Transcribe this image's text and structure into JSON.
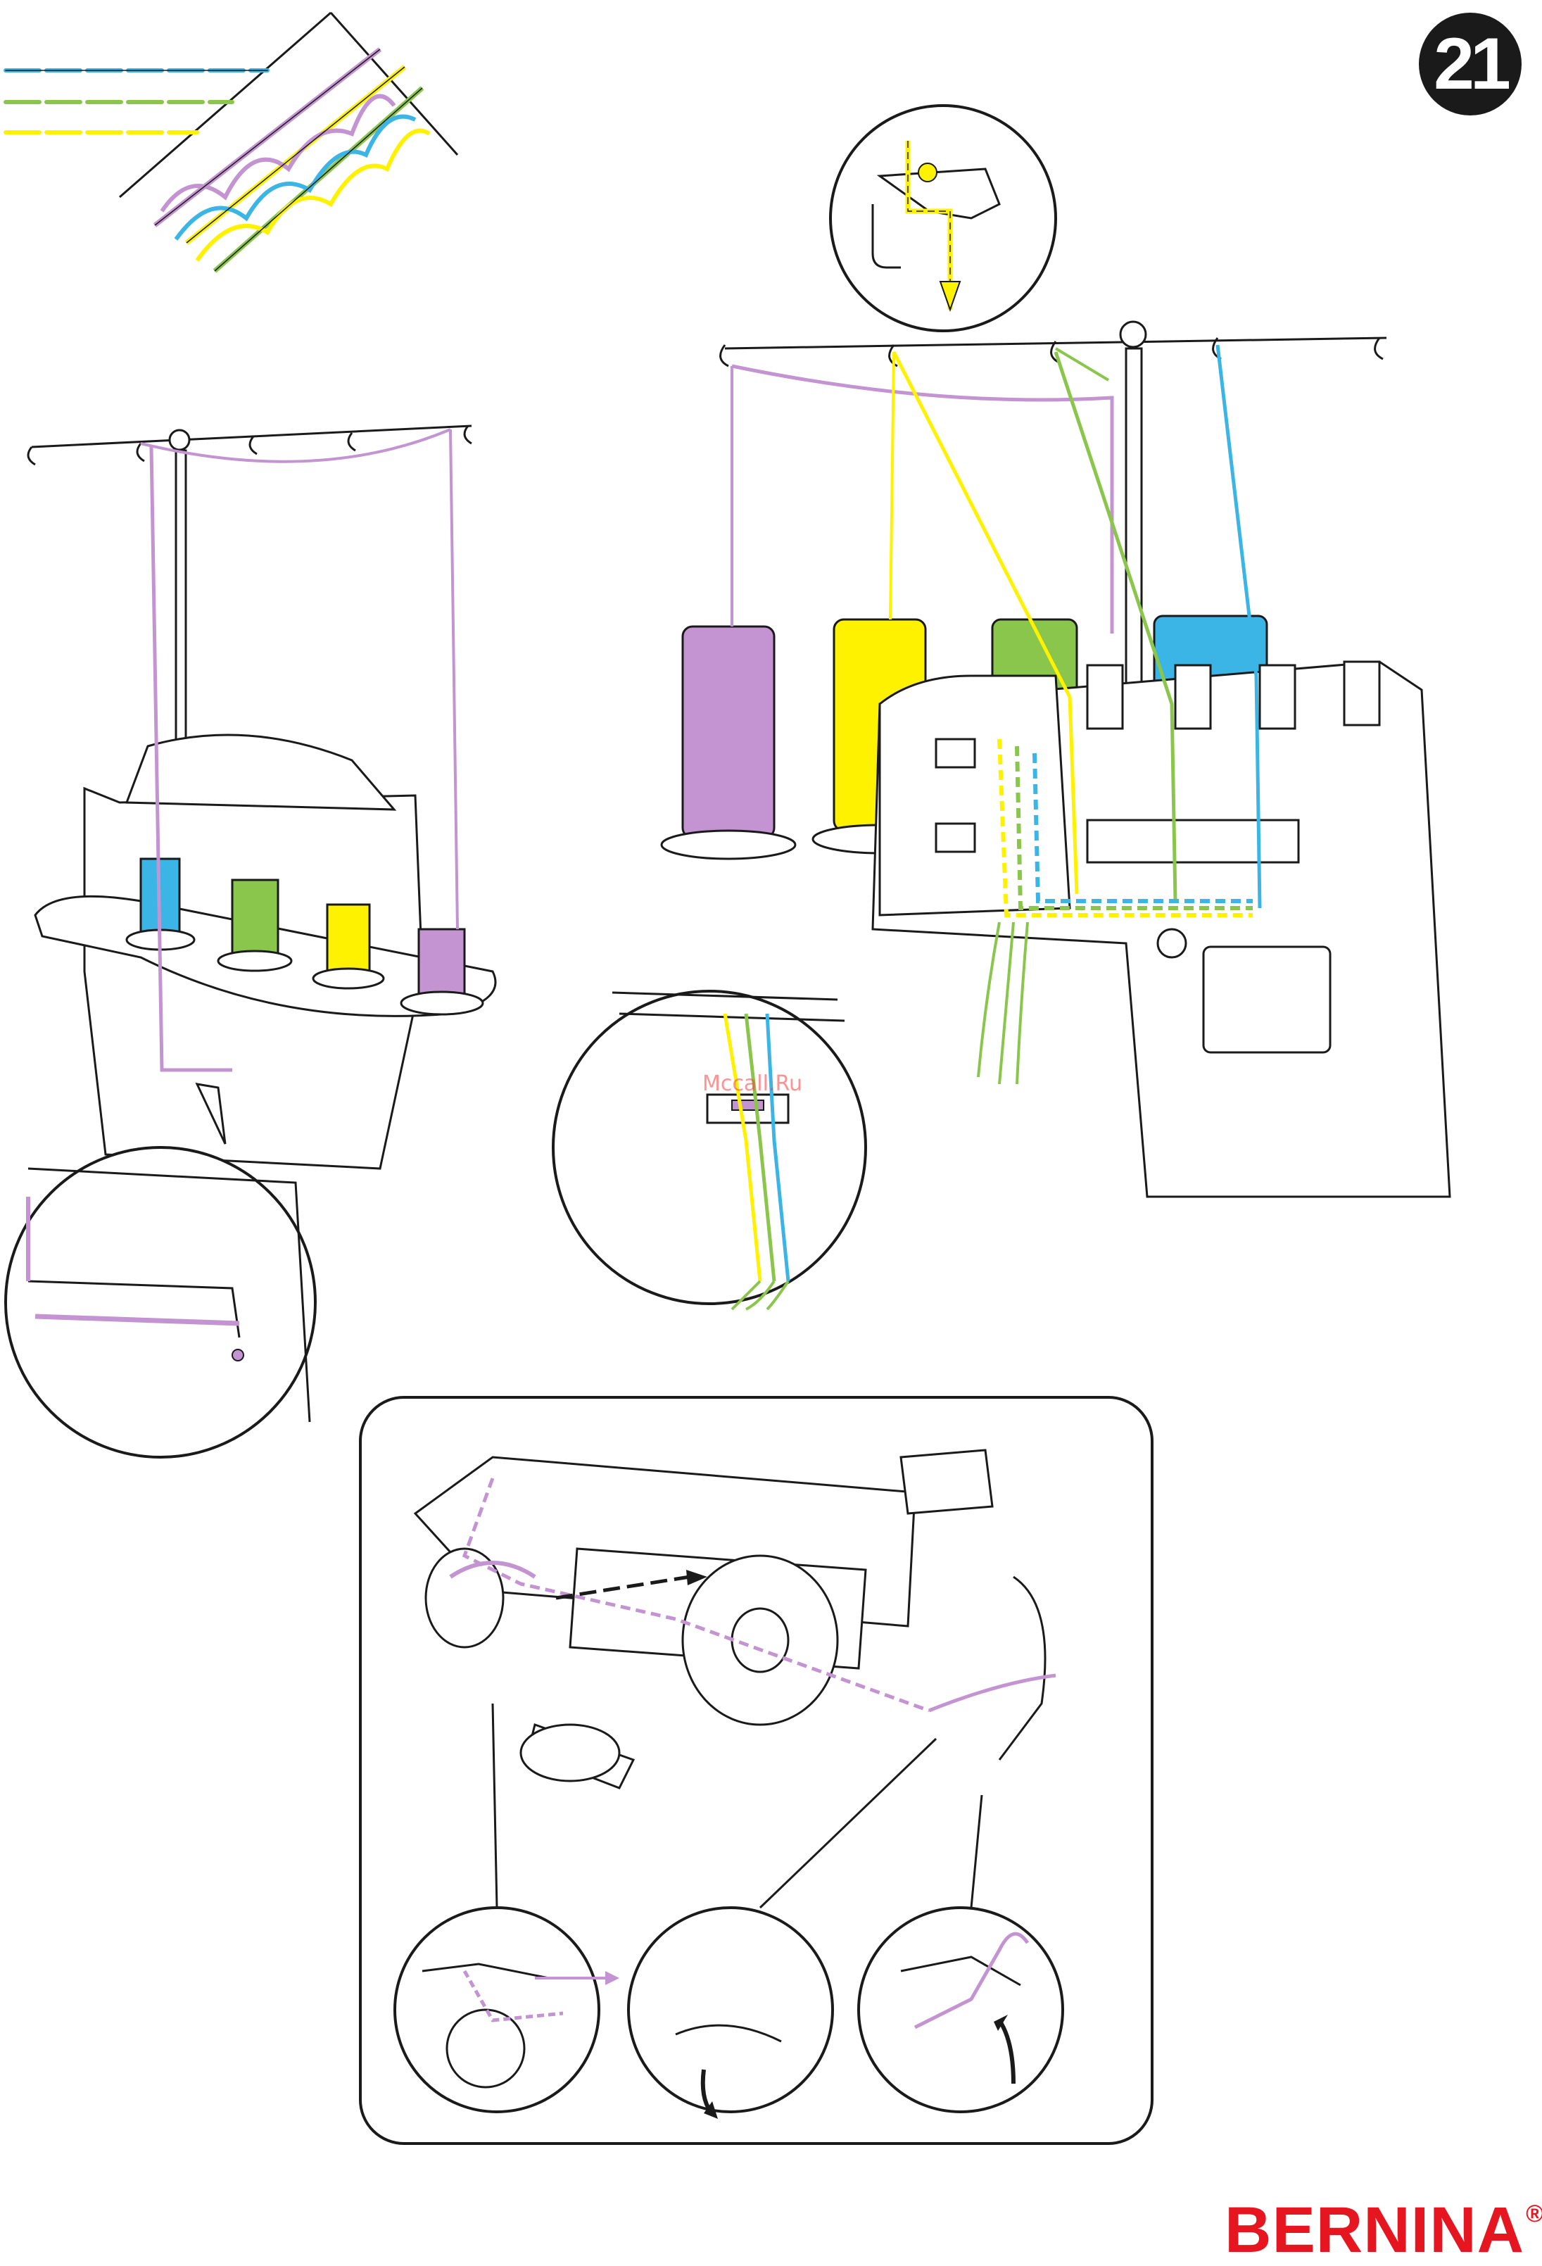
{
  "page": {
    "number": "21"
  },
  "watermark": {
    "text": "Mccall.Ru"
  },
  "brand": {
    "name": "BERNINA",
    "mark": "®"
  },
  "colors": {
    "purple": "#c493d2",
    "yellow": "#fff200",
    "green": "#8bc64c",
    "blue": "#3bb5e6",
    "ink": "#1a1a1a",
    "brand_red": "#e5161f"
  },
  "figures": [
    {
      "name": "stitch-sample",
      "threads": [
        "blue",
        "green",
        "yellow",
        "purple"
      ]
    },
    {
      "name": "overlocker-front-view",
      "spools": [
        "blue",
        "green",
        "yellow",
        "purple"
      ]
    },
    {
      "name": "overlocker-threaded-view",
      "spools": [
        "purple",
        "yellow",
        "green",
        "blue"
      ]
    },
    {
      "name": "thread-guide-detail",
      "thread": "yellow"
    },
    {
      "name": "needle-threading-detail",
      "threads": [
        "yellow",
        "green",
        "blue"
      ]
    },
    {
      "name": "lower-guide-detail",
      "thread": "purple"
    },
    {
      "name": "looper-threading-panel",
      "thread": "purple",
      "insets": 3
    }
  ]
}
